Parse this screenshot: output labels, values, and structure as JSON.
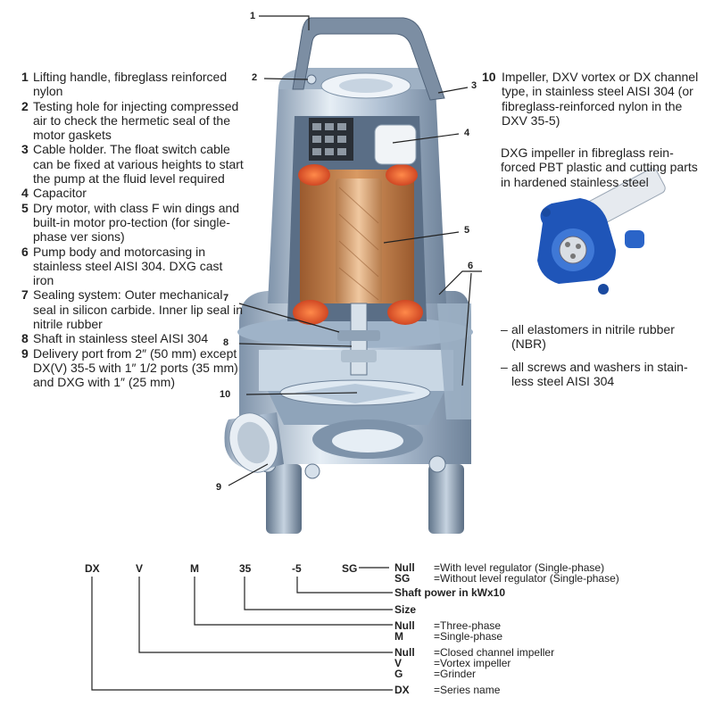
{
  "legend": [
    {
      "num": "1",
      "text": "Lifting handle, fibreglass reinforced nylon"
    },
    {
      "num": "2",
      "text": "Testing hole for injecting compressed air to check the hermetic seal of the motor gaskets"
    },
    {
      "num": "3",
      "text": "Cable holder. The float switch cable can be fixed at various heights to start the pump at the fluid level required"
    },
    {
      "num": "4",
      "text": "Capacitor"
    },
    {
      "num": "5",
      "text": "Dry motor, with class F win dings and built-in motor pro-tection (for single-phase ver sions)"
    },
    {
      "num": "6",
      "text": "Pump body and motorcasing in stainless steel AISI 304. DXG cast iron"
    },
    {
      "num": "7",
      "text": "Sealing system: Outer mechanical seal in silicon carbide. Inner lip seal in nitrile rubber"
    },
    {
      "num": "8",
      "text": "Shaft in stainless steel AISI 304"
    },
    {
      "num": "9",
      "text": "Delivery port from 2″ (50 mm) except DX(V) 35-5 with 1″ 1/2 ports (35 mm) and DXG with 1″ (25 mm)"
    }
  ],
  "item10": {
    "num": "10",
    "text": "Impeller, DXV vortex or DX channel type, in stainless steel AISI 304 (or fibreglass-reinforced nylon in the DXV 35-5)"
  },
  "dxg_note": "DXG impeller in fibreglass rein-forced PBT plastic and cutting parts in hardened stainless steel",
  "bullets": [
    "all elastomers in nitrile rubber (NBR)",
    "all screws and washers in stain-less steel AISI 304"
  ],
  "callouts": {
    "c1": "1",
    "c2": "2",
    "c3": "3",
    "c4": "4",
    "c5": "5",
    "c6": "6",
    "c7": "7",
    "c8": "8",
    "c9": "9",
    "c10": "10"
  },
  "code": {
    "letters": [
      "DX",
      "V",
      "M",
      "35",
      "-5",
      "SG"
    ],
    "sg_null_key": "Null",
    "sg_null_val": "=With level regulator (Single-phase)",
    "sg_key": "SG",
    "sg_val": "=Without level regulator (Single-phase)",
    "shaft_power": "Shaft power in kWx10",
    "size": "Size",
    "ph_null_key": "Null",
    "ph_null_val": "=Three-phase",
    "ph_m_key": "M",
    "ph_m_val": "=Single-phase",
    "imp_null_key": "Null",
    "imp_null_val": "=Closed channel impeller",
    "imp_v_key": "V",
    "imp_v_val": "=Vortex impeller",
    "imp_g_key": "G",
    "imp_g_val": "=Grinder",
    "dx_key": "DX",
    "dx_val": "=Series name"
  },
  "colors": {
    "steel": "#b9c8d8",
    "motor_red": "#e0532b",
    "copper": "#c9804a",
    "impeller_blue": "#1f55b8"
  }
}
